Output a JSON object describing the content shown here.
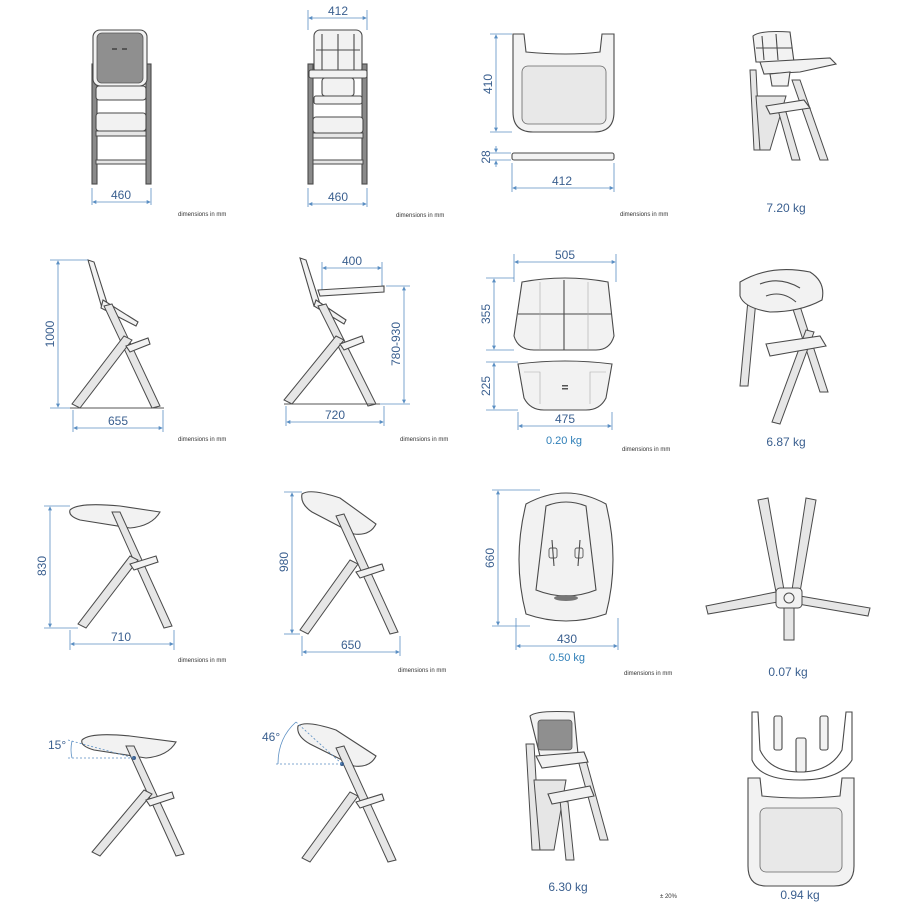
{
  "note_text": "dimensions in mm",
  "tolerance": "± 20%",
  "dims": {
    "front_w": "460",
    "front2_top": "412",
    "front2_w": "460",
    "tray_d": "410",
    "tray_h": "28",
    "tray_w": "412",
    "side_h": "1000",
    "side_d": "655",
    "side2_tray": "400",
    "side2_h": "780-930",
    "side2_d": "720",
    "cushion_w": "505",
    "cushion_back_h": "355",
    "cushion_seat_h": "225",
    "cushion_seat_w": "475",
    "newborn_h": "830",
    "newborn_d": "710",
    "newborn2_h": "980",
    "newborn2_d": "650",
    "insert_h": "660",
    "insert_w": "430",
    "angle1": "15°",
    "angle2": "46°"
  },
  "weights": {
    "chair_tray": "7.20 kg",
    "cushion": "0.20 kg",
    "newborn_set": "6.87 kg",
    "insert": "0.50 kg",
    "harness": "0.07 kg",
    "chair": "6.30 kg",
    "tray": "0.94 kg"
  }
}
